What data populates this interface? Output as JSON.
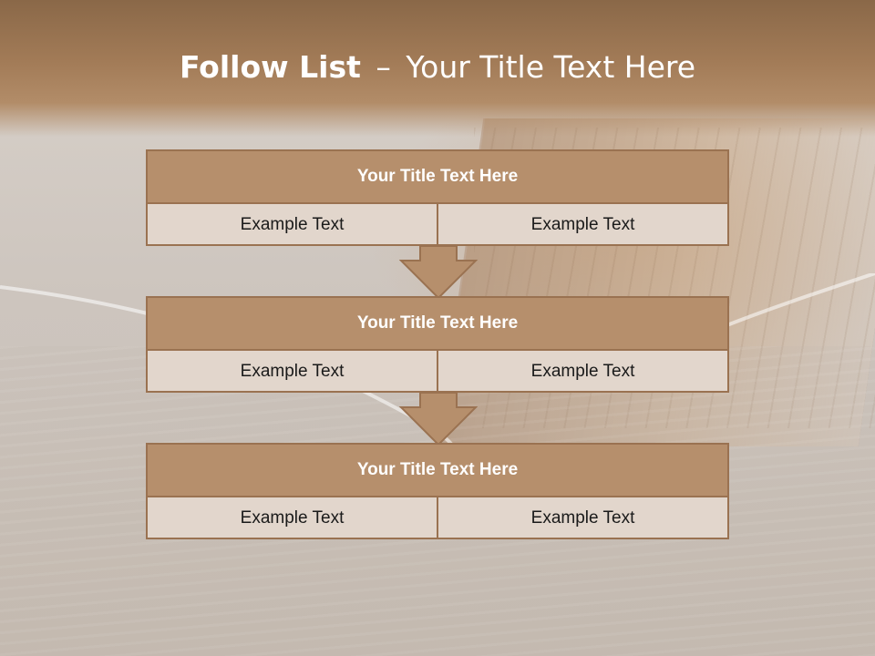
{
  "slide": {
    "title_bold": "Follow List",
    "title_sep": "–",
    "title_rest": "Your Title Text Here"
  },
  "blocks": [
    {
      "heading": "Your Title Text Here",
      "left": "Example Text",
      "right": "Example Text"
    },
    {
      "heading": "Your Title Text Here",
      "left": "Example Text",
      "right": "Example Text"
    },
    {
      "heading": "Your Title Text Here",
      "left": "Example Text",
      "right": "Example Text"
    }
  ],
  "colors": {
    "header": "#a27b57",
    "block_head": "#b68f6c",
    "block_body": "#e2d6cc",
    "border": "#9a7251"
  }
}
